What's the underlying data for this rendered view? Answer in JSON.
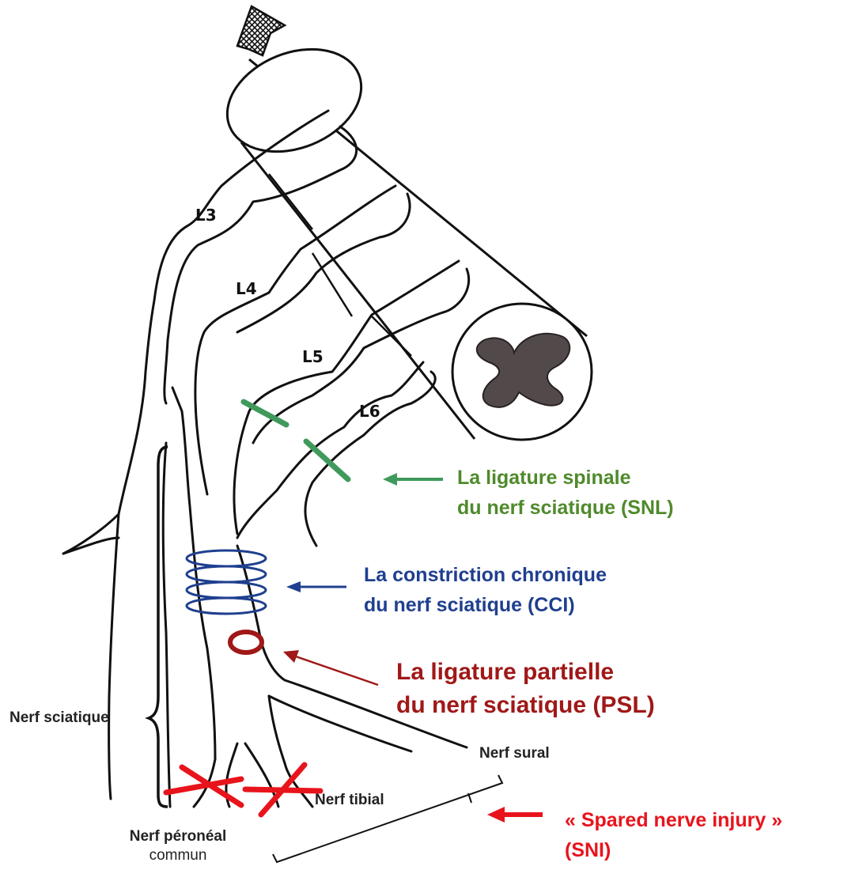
{
  "colors": {
    "snl": "#4f8a2b",
    "snl_marker": "#3f9a5c",
    "cci": "#1f3f8f",
    "psl": "#a01818",
    "sni": "#e8141c",
    "line": "#111111"
  },
  "roots": [
    "L3",
    "L4",
    "L5",
    "L6"
  ],
  "models": {
    "snl": {
      "line1": "La ligature spinale",
      "line2": "du nerf sciatique (SNL)"
    },
    "cci": {
      "line1": "La constriction chronique",
      "line2": "du nerf sciatique (CCI)"
    },
    "psl": {
      "line1": "La ligature partielle",
      "line2": "du nerf sciatique (PSL)"
    },
    "sni": {
      "line1": "« Spared nerve injury »",
      "line2": "(SNI)"
    }
  },
  "nerves": {
    "sciatic": "Nerf sciatique",
    "sural": "Nerf sural",
    "tibial": "Nerf tibial",
    "peroneal_line1": "Nerf péronéal",
    "peroneal_line2": "commun"
  }
}
